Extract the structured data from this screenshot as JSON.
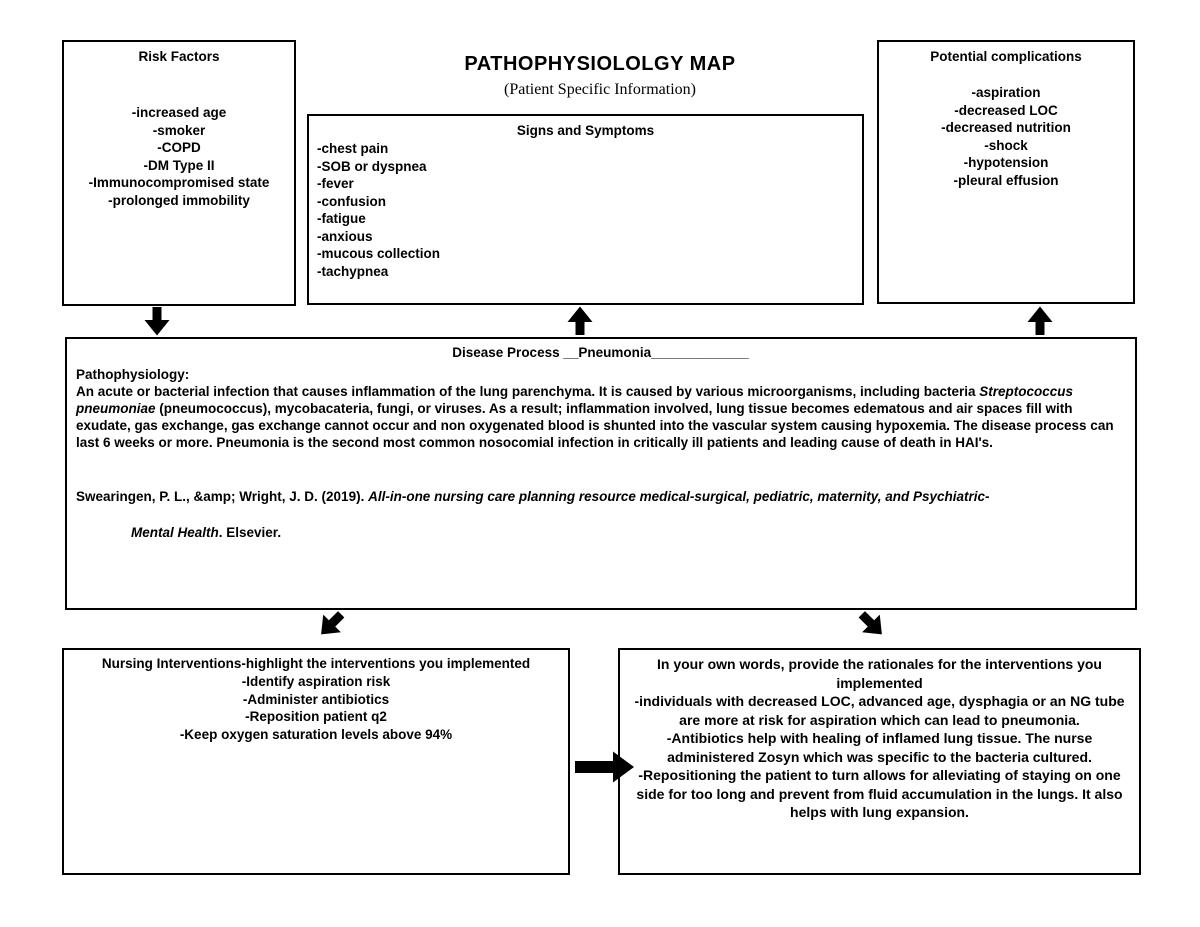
{
  "header": {
    "title": "PATHOPHYSIOLOLGY MAP",
    "subtitle": "(Patient Specific Information)"
  },
  "risk_factors": {
    "title": "Risk Factors",
    "items": [
      "-increased age",
      "-smoker",
      "-COPD",
      "-DM Type II",
      "-Immunocompromised state",
      "-prolonged immobility"
    ]
  },
  "signs_symptoms": {
    "title": "Signs and Symptoms",
    "items": [
      "-chest pain",
      "-SOB or dyspnea",
      "-fever",
      "-confusion",
      "-fatigue",
      "-anxious",
      "-mucous collection",
      "-tachypnea"
    ]
  },
  "complications": {
    "title": "Potential complications",
    "items": [
      "-aspiration",
      "-decreased LOC",
      "-decreased nutrition",
      "-shock",
      "-hypotension",
      "-pleural effusion"
    ]
  },
  "disease_process": {
    "heading": "Disease Process __Pneumonia_____________",
    "label": "Pathophysiology:",
    "para_before_italic": "An acute or bacterial infection that causes inflammation of the lung parenchyma. It is caused by various microorganisms, including bacteria ",
    "para_italic": "Streptococcus pneumoniae",
    "para_after_italic": " (pneumococcus), mycobacateria, fungi, or viruses. As a result; inflammation involved, lung tissue becomes edematous and air spaces fill with exudate, gas exchange, gas exchange cannot occur and non oxygenated blood is shunted into the vascular system causing hypoxemia. The disease process can last 6 weeks or more. Pneumonia is the second most common nosocomial infection in critically ill patients and leading cause of death in HAI's.",
    "citation_line1_regular": "Swearingen, P. L., &amp; Wright, J. D. (2019). ",
    "citation_line1_italic": "All-in-one nursing care planning resource medical-surgical, pediatric, maternity, and Psychiatric-",
    "citation_line2_italic": "Mental Health",
    "citation_line2_regular": ". Elsevier."
  },
  "interventions": {
    "title": "Nursing Interventions-highlight the interventions you implemented",
    "items": [
      "-Identify aspiration risk",
      "-Administer antibiotics",
      "-Reposition patient q2",
      "-Keep oxygen saturation levels above 94%"
    ]
  },
  "rationales": {
    "title": "In your own words, provide the rationales for the interventions you implemented",
    "items": [
      "-individuals with decreased LOC, advanced age, dysphagia or an NG tube are more at risk for aspiration which can lead to pneumonia.",
      "-Antibiotics help with healing of inflamed lung tissue. The nurse administered Zosyn which was specific to the bacteria cultured.",
      "-Repositioning the patient to turn allows for alleviating of staying on one side for too long and prevent from fluid accumulation in the lungs. It also helps with lung expansion."
    ]
  },
  "colors": {
    "ink": "#000000",
    "paper": "#ffffff"
  }
}
